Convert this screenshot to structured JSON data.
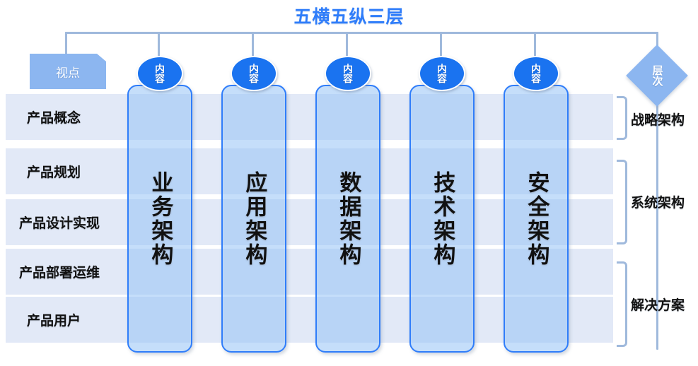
{
  "title": "五横五纵三层",
  "viewpoint": {
    "tag_label": "视点",
    "rows": [
      {
        "label": "产品概念"
      },
      {
        "label": "产品规划"
      },
      {
        "label": "产品设计实现"
      },
      {
        "label": "产品部署运维"
      },
      {
        "label": "产品用户"
      }
    ]
  },
  "columns": [
    {
      "bubble": "内容",
      "label": "业务架构"
    },
    {
      "bubble": "内容",
      "label": "应用架构"
    },
    {
      "bubble": "内容",
      "label": "数据架构"
    },
    {
      "bubble": "内容",
      "label": "技术架构"
    },
    {
      "bubble": "内容",
      "label": "安全架构"
    }
  ],
  "layer": {
    "tag_label": "层次",
    "items": [
      {
        "label": "战略架构"
      },
      {
        "label": "系统架构"
      },
      {
        "label": "解决方案"
      }
    ]
  },
  "colors": {
    "title_blue": "#2f7dfa",
    "bubble_blue": "#1a73f0",
    "tag_blue": "#8cb6f0",
    "band_blue": "#e2e9f7",
    "column_fill": "#96c3f5",
    "connector_gray_blue": "#9fb9dc"
  }
}
